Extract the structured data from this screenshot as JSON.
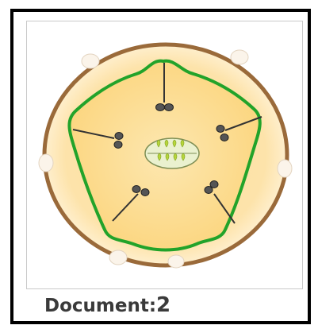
{
  "caption": {
    "label": "Document:",
    "number": "2"
  },
  "diagram": {
    "colors": {
      "outer_ring": "#9a6a3a",
      "outer_fill": "#fbe7b8",
      "inner_fill": "#fcd98a",
      "inner_border": "#22a32a",
      "stalk": "#333333",
      "seed": "#555555",
      "center_fill": "#e9f0c8",
      "center_dots": "#b7d63b"
    },
    "arms": 5
  }
}
